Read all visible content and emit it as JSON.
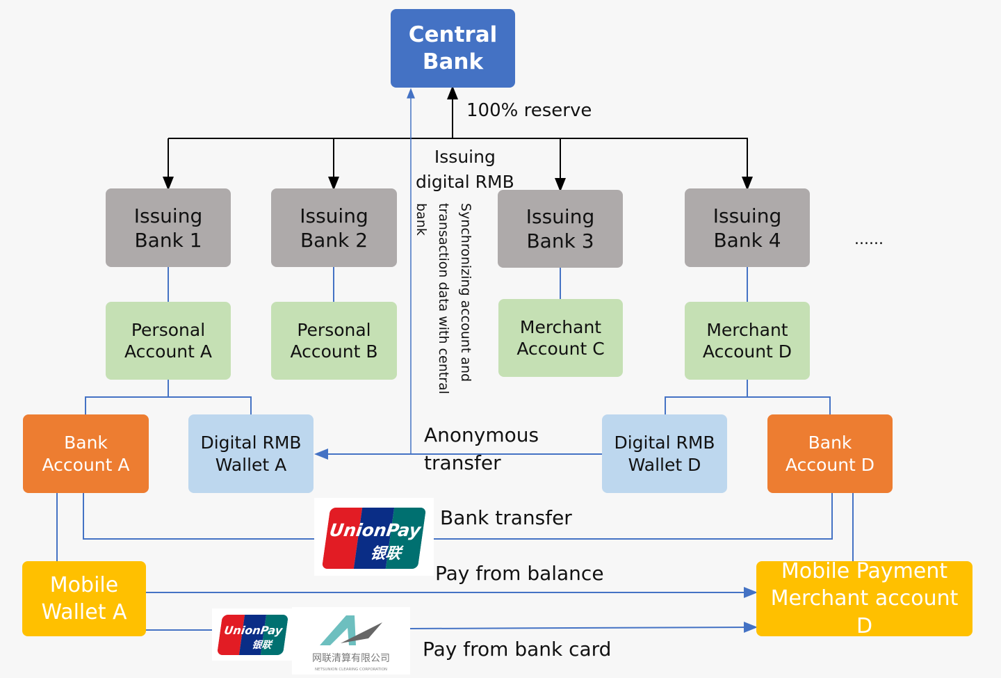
{
  "nodes": {
    "central_bank": "Central\nBank",
    "issuing_bank_1": "Issuing\nBank 1",
    "issuing_bank_2": "Issuing\nBank 2",
    "issuing_bank_3": "Issuing\nBank 3",
    "issuing_bank_4": "Issuing\nBank 4",
    "personal_account_a": "Personal\nAccount A",
    "personal_account_b": "Personal\nAccount B",
    "merchant_account_c": "Merchant\nAccount C",
    "merchant_account_d": "Merchant\nAccount D",
    "bank_account_a": "Bank\nAccount A",
    "digital_wallet_a": "Digital RMB\nWallet A",
    "digital_wallet_d": "Digital RMB\nWallet D",
    "bank_account_d": "Bank\nAccount D",
    "mobile_wallet_a": "Mobile\nWallet A",
    "mobile_merchant_d": "Mobile Payment\nMerchant account\nD"
  },
  "labels": {
    "reserve": "100% reserve",
    "issuing": "Issuing\ndigital RMB",
    "sync": "Synchronizing account and\ntransaction data with central\nbank",
    "anonymous": "Anonymous\ntransfer",
    "bank_transfer": "Bank transfer",
    "pay_balance": "Pay from balance",
    "pay_card": "Pay from bank card",
    "ellipsis": "......"
  },
  "logos": {
    "unionpay": "UnionPay 银联",
    "netsunion": "网联清算有限公司 NETSUNION CLEARING CORPORATION"
  },
  "colors": {
    "central": "#4472c4",
    "issuing": "#aeaaaa",
    "account": "#c5e0b4",
    "bank": "#ed7d31",
    "wallet": "#bdd7ee",
    "mobile": "#ffc000",
    "connector": "#4472c4"
  }
}
